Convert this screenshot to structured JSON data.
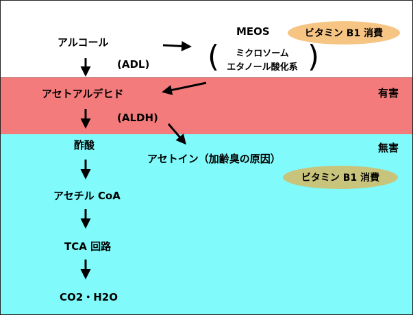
{
  "labels": {
    "alcohol": "アルコール",
    "adl": "(ADL)",
    "meos": "MEOS",
    "vitamin_b1_top": "ビタミン B1 消費",
    "microsome_line1": "ミクロソーム",
    "microsome_line2": "エタノール酸化系",
    "acetaldehyde": "アセトアルデヒド",
    "toxic": "有害",
    "aldh": "(ALDH)",
    "acetic_acid": "酢酸",
    "nontoxic": "無害",
    "acetoin": "アセトイン（加齢臭の原因）",
    "vitamin_b1_bottom": "ビタミン B1 消費",
    "acetyl_coa": "アセチル CoA",
    "tca": "TCA 回路",
    "co2_h2o": "CO2・H2O"
  },
  "colors": {
    "toxic_band": "#f47b7b",
    "nontoxic_band": "#80fafa",
    "pill_top": "#f6c583",
    "pill_bottom": "#c9c47c"
  }
}
